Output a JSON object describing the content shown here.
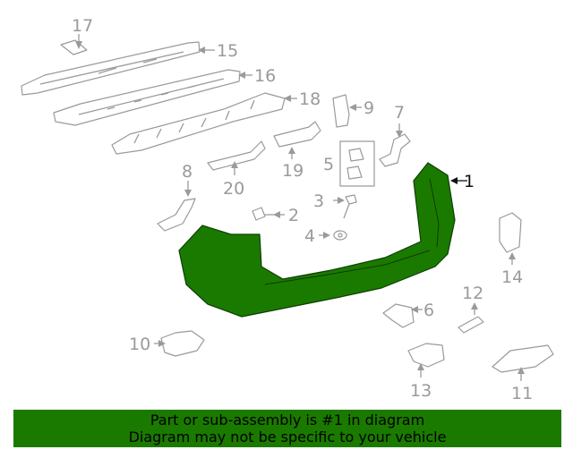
{
  "colors": {
    "highlight": "#1a7a00",
    "line": "#9a9a9a",
    "banner": "#1a7a00"
  },
  "callouts": {
    "c1": "1",
    "c2": "2",
    "c3": "3",
    "c4": "4",
    "c5": "5",
    "c6": "6",
    "c7": "7",
    "c8": "8",
    "c9": "9",
    "c10": "10",
    "c11": "11",
    "c12": "12",
    "c13": "13",
    "c14": "14",
    "c15": "15",
    "c16": "16",
    "c17": "17",
    "c18": "18",
    "c19": "19",
    "c20": "20"
  },
  "banner": {
    "line1": "Part or sub-assembly is #1 in diagram",
    "line2": "Diagram may not be specific to your vehicle"
  }
}
